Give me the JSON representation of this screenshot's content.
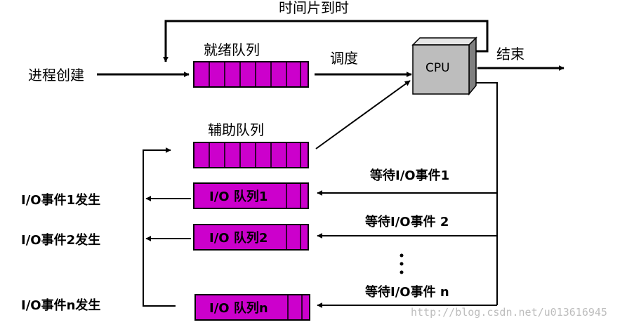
{
  "labels": {
    "time_slice": "时间片到时",
    "ready_queue": "就绪队列",
    "schedule": "调度",
    "end": "结束",
    "cpu": "CPU",
    "process_create": "进程创建",
    "aux_queue": "辅助队列",
    "wait_io1": "等待I/O事件1",
    "wait_io2": "等待I/O事件 2",
    "wait_ion": "等待I/O事件 n",
    "io_queue1": "I/O 队列1",
    "io_queue2": "I/O 队列2",
    "io_queuen": "I/O 队列n",
    "io1_occur": "I/O事件1发生",
    "io2_occur": "I/O事件2发生",
    "ion_occur": "I/O事件n发生",
    "watermark": "http://blog.csdn.net/u013616945"
  },
  "colors": {
    "queue_fill": "#cc00cc",
    "cpu_front": "#bdbdbd",
    "cpu_side": "#7f7f7f",
    "cpu_top": "#e6e6e6",
    "line": "#000000"
  }
}
